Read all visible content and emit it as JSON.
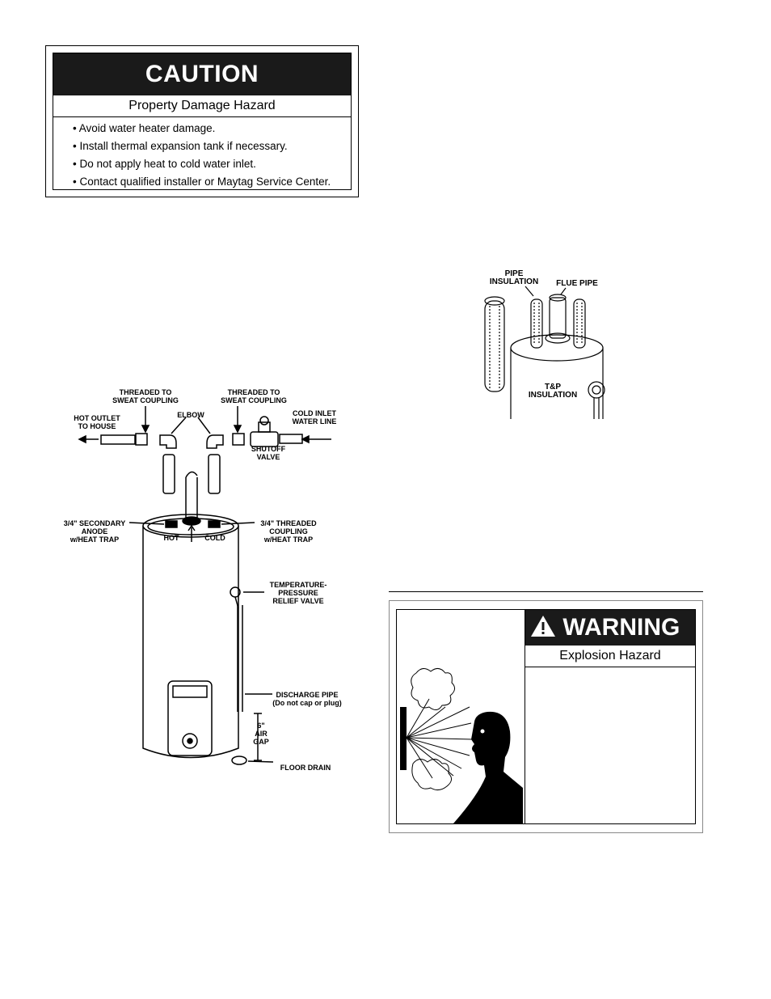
{
  "caution": {
    "title": "CAUTION",
    "subtitle": "Property Damage Hazard",
    "items": [
      "Avoid water heater damage.",
      "Install thermal expansion tank if necessary.",
      "Do not apply heat to cold water inlet.",
      "Contact qualified installer or Maytag Service Center."
    ]
  },
  "install_diagram": {
    "threaded_sweat_left": [
      "THREADED TO",
      "SWEAT COUPLING"
    ],
    "threaded_sweat_right": [
      "THREADED TO",
      "SWEAT COUPLING"
    ],
    "hot_outlet": [
      "HOT OUTLET",
      "TO HOUSE"
    ],
    "elbow": "ELBOW",
    "cold_inlet": [
      "COLD INLET",
      "WATER LINE"
    ],
    "shutoff": [
      "SHUTOFF",
      "VALVE"
    ],
    "secondary_anode": [
      "3/4\" SECONDARY",
      "ANODE",
      "w/HEAT TRAP"
    ],
    "threaded_coupling": [
      "3/4\" THREADED",
      "COUPLING",
      "w/HEAT TRAP"
    ],
    "hot": "HOT",
    "cold": "COLD",
    "tp_valve": [
      "TEMPERATURE-",
      "PRESSURE",
      "RELIEF VALVE"
    ],
    "discharge": [
      "DISCHARGE PIPE",
      "(Do not cap or plug)"
    ],
    "air_gap": [
      "6\"",
      "AIR",
      "GAP"
    ],
    "floor_drain": "FLOOR DRAIN"
  },
  "insulation_diagram": {
    "pipe_insulation": [
      "PIPE",
      "INSULATION"
    ],
    "flue_pipe": "FLUE PIPE",
    "tp_insulation": [
      "T&P",
      "INSULATION"
    ]
  },
  "warning": {
    "title": "WARNING",
    "subtitle": "Explosion Hazard"
  }
}
